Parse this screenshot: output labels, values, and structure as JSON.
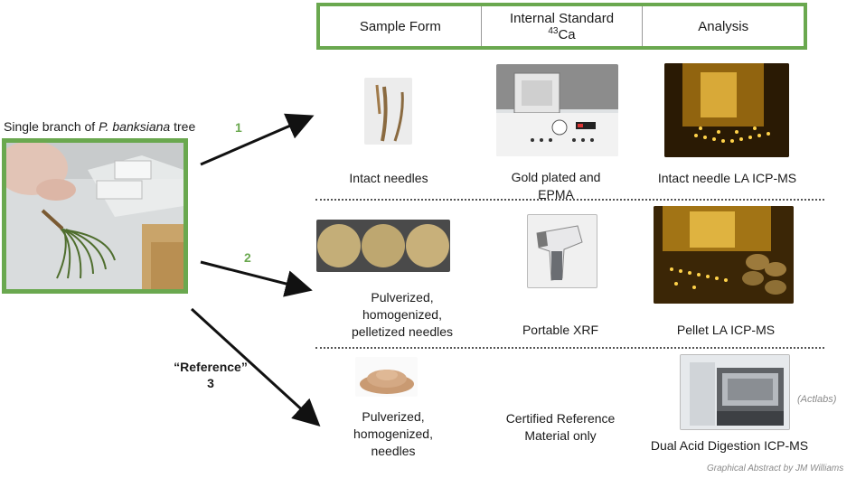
{
  "header": {
    "col1": "Sample Form",
    "col2_line1": "Internal Standard",
    "col2_sup": "43",
    "col2_line2": "Ca",
    "col3": "Analysis"
  },
  "source": {
    "prefix": "Single branch of ",
    "species": "P. banksiana",
    "suffix": " tree"
  },
  "routes": {
    "r1": "1",
    "r2": "2",
    "r3_quote": "“Reference”",
    "r3": "3"
  },
  "rows": {
    "row1": {
      "form": "Intact needles",
      "standard": "Gold plated and EPMA",
      "analysis": "Intact needle LA ICP-MS"
    },
    "row2": {
      "form": "Pulverized, homogenized, pelletized  needles",
      "standard": "Portable XRF",
      "analysis": "Pellet LA ICP-MS"
    },
    "row3": {
      "form": "Pulverized, homogenized, needles",
      "standard": "Certified Reference Material only",
      "analysis": "Dual Acid Digestion ICP-MS"
    }
  },
  "credit_actlabs": "(Actlabs)",
  "footer": "Graphical Abstract by JM Williams",
  "colors": {
    "green": "#6aa84f",
    "sample_amber": "#e0a020"
  }
}
